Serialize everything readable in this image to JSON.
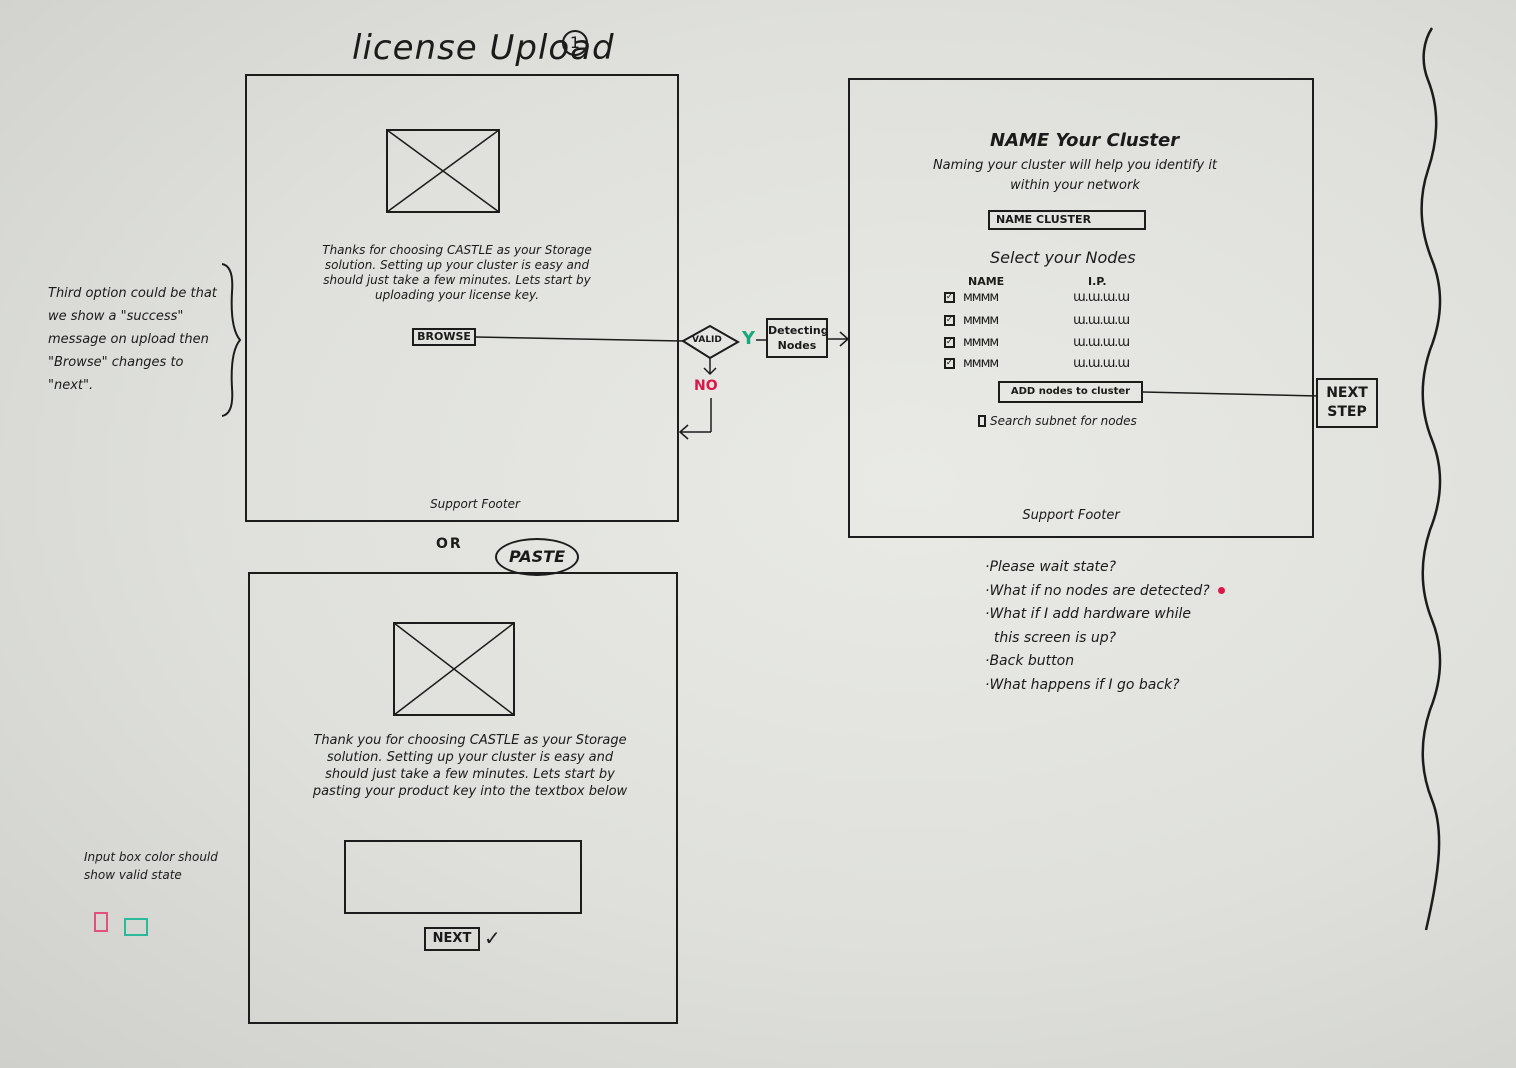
{
  "title": "license Upload",
  "step_marker": "1",
  "screen1": {
    "message": "Thanks for choosing CASTLE as your Storage solution. Setting up your cluster is easy and should just take a few minutes. Lets start by uploading your license key.",
    "browse_button": "BROWSE",
    "footer": "Support Footer"
  },
  "side_note": "Third option could be that we show a \"success\" message on upload then \"Browse\" changes to \"next\".",
  "or_label": "OR",
  "paste_label": "PASTE",
  "screen2": {
    "message": "Thank you for choosing CASTLE as your Storage solution. Setting up your cluster is easy and should just take a few minutes. Lets start by pasting your product key into the textbox below",
    "next_button": "NEXT",
    "checkmark": "✓"
  },
  "input_note": "Input box color should show valid state",
  "flow": {
    "valid": "VALID",
    "yes": "Y",
    "no": "NO",
    "detecting": "Detecting Nodes",
    "next_step": "NEXT STEP"
  },
  "screen3": {
    "heading": "NAME Your Cluster",
    "subtext": "Naming your cluster will help you identify it within your network",
    "name_input": "NAME CLUSTER",
    "nodes_heading": "Select your Nodes",
    "col_name": "NAME",
    "col_ip": "I.P.",
    "node_name_scribble": "ᴍᴍᴍᴍ",
    "node_ip_scribble": "ɯ.ɯ.ɯ.ɯ",
    "add_button": "ADD nodes to cluster",
    "search_label": "Search subnet for nodes",
    "footer": "Support Footer"
  },
  "questions": [
    "·Please wait state?",
    "·What if no nodes are detected?",
    "·What if I add hardware while",
    "  this screen is up?",
    "·Back button",
    "·What happens if I go back?"
  ],
  "colors": {
    "marker_black": "#1c1c1c",
    "marker_green": "#1aa87a",
    "marker_red": "#d9184a",
    "marker_pink": "#e4507e",
    "marker_teal": "#2bb99a"
  }
}
